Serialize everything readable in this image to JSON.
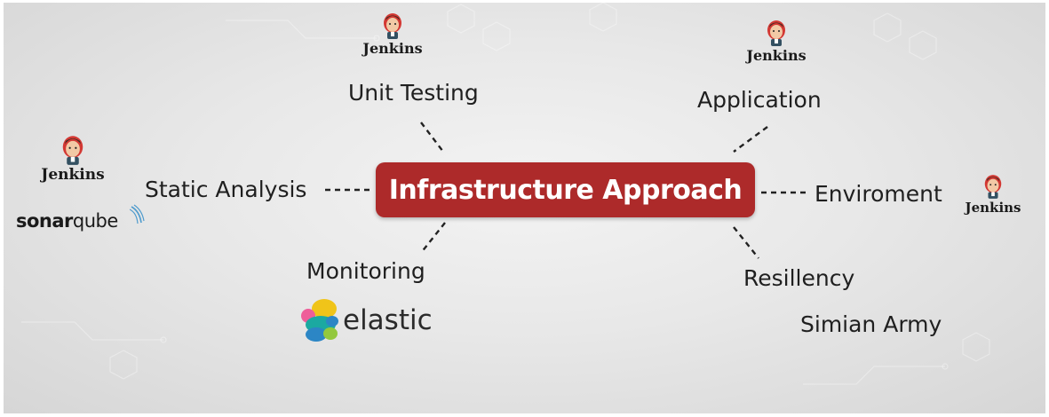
{
  "center": {
    "title": "Infrastructure Approach"
  },
  "branches": {
    "unit_testing": "Unit Testing",
    "application": "Application",
    "static_analysis": "Static Analysis",
    "environment": "Enviroment",
    "monitoring": "Monitoring",
    "resiliency": "Resillency"
  },
  "tools": {
    "jenkins": "Jenkins",
    "sonarqube_strong": "sonar",
    "sonarqube_light": "qube",
    "elastic": "elastic",
    "simian_army": "Simian Army"
  },
  "colors": {
    "center_box": "#ad2a2a",
    "center_text": "#ffffff",
    "label_text": "#1f1f1f",
    "jenkins_face": "#d33833",
    "elastic_yellow": "#f0c419",
    "elastic_pink": "#ee5e99",
    "elastic_teal": "#1ba9a1",
    "elastic_blue": "#2c86c5"
  },
  "icons": [
    "jenkins-icon",
    "sonarqube-wave-icon",
    "elastic-icon"
  ]
}
